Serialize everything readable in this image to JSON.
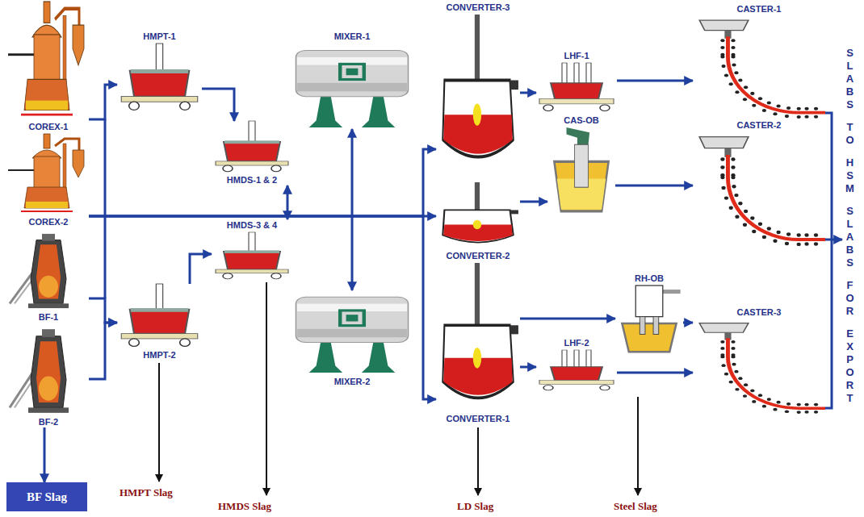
{
  "diagram": {
    "nodes": [
      {
        "text": [
          "COREX-1"
        ]
      },
      {
        "text": [
          "COREX-2"
        ]
      },
      {
        "text": [
          "BF-1"
        ]
      },
      {
        "text": [
          "BF-2"
        ]
      },
      {
        "text": [
          "HMPT-1"
        ]
      },
      {
        "text": [
          "HMDS-1 & 2"
        ]
      },
      {
        "text": [
          "HMDS-3 & 4"
        ]
      },
      {
        "text": [
          "HMPT-2"
        ]
      },
      {
        "text": [
          "MIXER-1"
        ]
      },
      {
        "text": [
          "MIXER-2"
        ]
      },
      {
        "text": [
          "CONVERTER-3"
        ]
      },
      {
        "text": [
          "CONVERTER-2"
        ]
      },
      {
        "text": [
          "CONVERTER-1"
        ]
      },
      {
        "text": [
          "LHF-1"
        ]
      },
      {
        "text": [
          "CAS-OB"
        ]
      },
      {
        "text": [
          "LHF-2"
        ]
      },
      {
        "text": [
          "RH-OB"
        ]
      },
      {
        "text": [
          "CASTER-1"
        ]
      },
      {
        "text": [
          "CASTER-2"
        ]
      },
      {
        "text": [
          "CASTER-3"
        ]
      },
      {
        "text": [
          "BF Slag"
        ]
      }
    ],
    "edges": [
      {
        "from": 0,
        "to": 4,
        "arrow": "to"
      },
      {
        "from": 2,
        "to": 7,
        "arrow": "to"
      },
      {
        "from": 3,
        "to": 7,
        "arrow": "to"
      },
      {
        "from": 1,
        "to": 10,
        "arrow": "to"
      },
      {
        "from": 1,
        "to": 11,
        "arrow": "to"
      },
      {
        "from": 1,
        "to": 12,
        "arrow": "to"
      },
      {
        "from": 4,
        "to": 5,
        "arrow": "to"
      },
      {
        "from": 7,
        "to": 6,
        "arrow": "to"
      },
      {
        "from": 5,
        "to": 6,
        "arrow": "both"
      },
      {
        "from": 8,
        "to": 9,
        "arrow": "both"
      },
      {
        "from": 10,
        "to": 13,
        "arrow": "to"
      },
      {
        "from": 13,
        "to": 17,
        "arrow": "to"
      },
      {
        "from": 11,
        "to": 14,
        "arrow": "to"
      },
      {
        "from": 14,
        "to": 18,
        "arrow": "to"
      },
      {
        "from": 12,
        "to": 15,
        "arrow": "to"
      },
      {
        "from": 12,
        "to": 16,
        "arrow": "to"
      },
      {
        "from": 15,
        "to": 19,
        "arrow": "to"
      },
      {
        "from": 16,
        "to": 19,
        "arrow": "to"
      },
      {
        "from": 3,
        "to": 20,
        "arrow": "to"
      }
    ],
    "labels": [
      "HMPT Slag",
      "HMDS Slag",
      "LD Slag",
      "Steel Slag",
      "SLABS TO HSM SLABS FOR EXPORT"
    ]
  }
}
